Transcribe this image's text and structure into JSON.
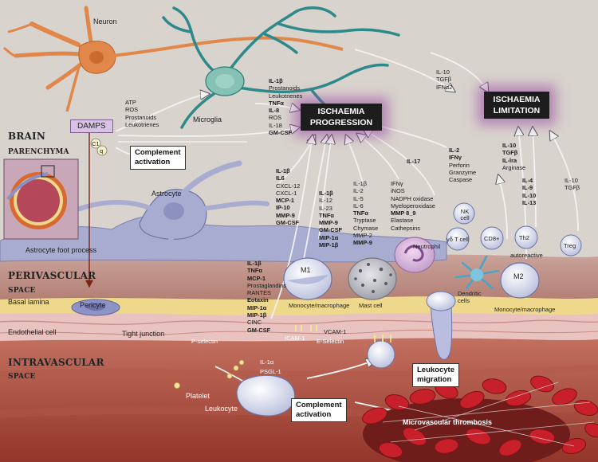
{
  "labels": {
    "neuron": "Neuron",
    "microglia": "Microglia",
    "astrocyte": "Astrocyte",
    "astrocyte_foot": "Astrocyte foot process",
    "brain": "BRAIN",
    "parenchyma": "PARENCHYMA",
    "perivascular": "PERIVASCULAR",
    "space1": "SPACE",
    "basal": "Basal lamina",
    "pericyte": "Pericyte",
    "endothelial": "Endothelial cell",
    "tight": "Tight junction",
    "intravascular": "INTRAVASCULAR",
    "space2": "SPACE",
    "platelet": "Platelet",
    "leukocyte": "Leukocyte",
    "pselectin": "P-selectin",
    "icam": "ICAM-1",
    "vcam": "VCAM-1",
    "eselectin": "E-Selectin",
    "il1a": "IL-1α",
    "psgl": "PSGL-1",
    "m1": "M1",
    "m2": "M2",
    "mono1": "Monocyte/macrophage",
    "mono2": "Monocyte/macrophage",
    "mast": "Mast cell",
    "neutrophil": "Neutrophil",
    "dendritic": "Dendritic cells",
    "nk": "NK cell",
    "gd": "γδ T cell",
    "cd8": "CD8+",
    "th2": "Th2",
    "autoreactive": "autoreactive",
    "treg": "Treg",
    "microvascular": "Microvascular thrombosis",
    "c1": "C1",
    "q": "q"
  },
  "boxes": {
    "damps": "DAMPS",
    "complement1": "Complement activation",
    "complement1_a": "Complement",
    "complement1_b": "activation",
    "complement2_a": "Complement",
    "complement2_b": "activation",
    "progression_a": "ISCHAEMIA",
    "progression_b": "PROGRESSION",
    "limitation_a": "ISCHAEMIA",
    "limitation_b": "LIMITATION",
    "migration_a": "Leukocyte",
    "migration_b": "migration"
  },
  "lists": {
    "neuron_release": [
      "ATP",
      "ROS",
      "Prostanoids",
      "Leukotrienes"
    ],
    "microglia": [
      "IL-1β",
      "Prostanoids",
      "Leukotrienes",
      "TNFα",
      "IL-8",
      "ROS",
      "IL-18",
      "GM-CSF"
    ],
    "microglia_bold": [
      true,
      false,
      false,
      true,
      true,
      false,
      false,
      true
    ],
    "anti_top": [
      "IL-10",
      "TGFβ",
      "IFNα2"
    ],
    "astro": [
      "IL-1β",
      "IL6",
      "CXCL-12",
      "CXCL-1",
      "MCP-1",
      "IP-10",
      "MMP-9",
      "GM-CSF"
    ],
    "astro_bold": [
      true,
      true,
      false,
      false,
      true,
      true,
      true,
      true
    ],
    "m1": [
      "IL-1β",
      "IL-12",
      "IL-23",
      "TNFα",
      "MMP-9",
      "GM-CSF",
      "MIP-1α",
      "MIP-1β"
    ],
    "m1_bold": [
      true,
      false,
      false,
      true,
      true,
      true,
      true,
      true
    ],
    "mast": [
      "IL-1β",
      "IL-2",
      "IL-5",
      "IL-6",
      "TNFα",
      "Tryptase",
      "Chymase",
      "MMP-2",
      "MMP-9"
    ],
    "mast_bold": [
      false,
      false,
      false,
      false,
      true,
      false,
      false,
      false,
      true
    ],
    "neutro": [
      "IFNγ",
      "iNOS",
      "NADPH oxidase",
      "Myeloperoxidase",
      "MMP 8_9",
      "Elastase",
      "Cathepsins"
    ],
    "neutro_bold": [
      false,
      false,
      false,
      false,
      true,
      false,
      false
    ],
    "il17": [
      "IL-17"
    ],
    "nk": [
      "IL-2",
      "IFNγ",
      "Perforin",
      "Granzyme",
      "Caspase"
    ],
    "nk_bold": [
      true,
      true,
      false,
      false,
      false
    ],
    "m2": [
      "IL-10",
      "TGFβ",
      "IL-lra",
      "Arginase"
    ],
    "m2_bold": [
      true,
      true,
      true,
      false
    ],
    "th2": [
      "IL-4",
      "IL-9",
      "IL-10",
      "IL-13"
    ],
    "treg": [
      "IL-10",
      "TGFβ"
    ],
    "endo": [
      "IL-1β",
      "TNFα",
      "MCP-1",
      "Prostaglandins",
      "RANTES",
      "Eotaxin",
      "MIP-1α",
      "MIP-1β",
      "CINC",
      "GM-CSF"
    ],
    "endo_bold": [
      true,
      true,
      true,
      false,
      false,
      true,
      true,
      true,
      false,
      true
    ]
  },
  "colors": {
    "parenchyma": "#d9d3cd",
    "perivascular": "#bd8f84",
    "basal": "#eed88c",
    "endothelial": "#e8c3c0",
    "lumen": "#a84a3b",
    "microglia": "#85c1b4",
    "neuron": "#e2874a",
    "astrocyte": "#a8acd0",
    "damps_box": "#d8c3e6",
    "rbc": "#c8202a"
  }
}
